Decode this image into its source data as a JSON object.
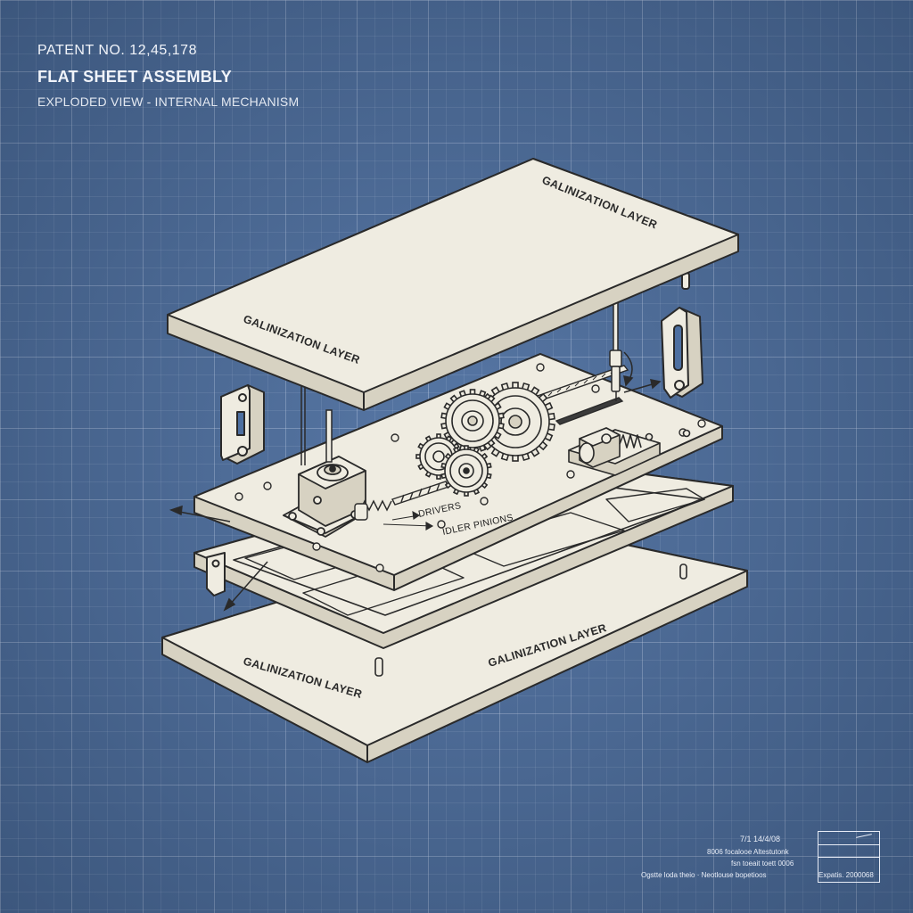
{
  "header": {
    "patent_no": "PATENT NO. 12,45,178",
    "title": "FLAT SHEET ASSEMBLY",
    "subtitle": "EXPLODED VIEW - INTERNAL MECHANISM"
  },
  "labels": {
    "top_plate_right": "GALINIZATION LAYER",
    "top_plate_left": "GALINIZATION LAYER",
    "bottom_plate_left": "GALINIZATION LAYER",
    "bottom_plate_right": "GALINIZATION LAYER",
    "callout_drivers": "DRIVERS",
    "callout_idler": "IDLER PINIONS"
  },
  "title_block": {
    "line1": "7/1 14/4/08",
    "line2": "8006 focalooe Altestutonk",
    "line3": "fsn toeait toett 0006",
    "line4": "Ogstte loda theio · Neotlouse bopetioos",
    "right_label": "Expatis. 2000068"
  },
  "colors": {
    "background": "#4d6fa0",
    "plate_fill": "#efece1",
    "plate_edge": "#d7d2c2",
    "line": "#2a2a2a"
  }
}
